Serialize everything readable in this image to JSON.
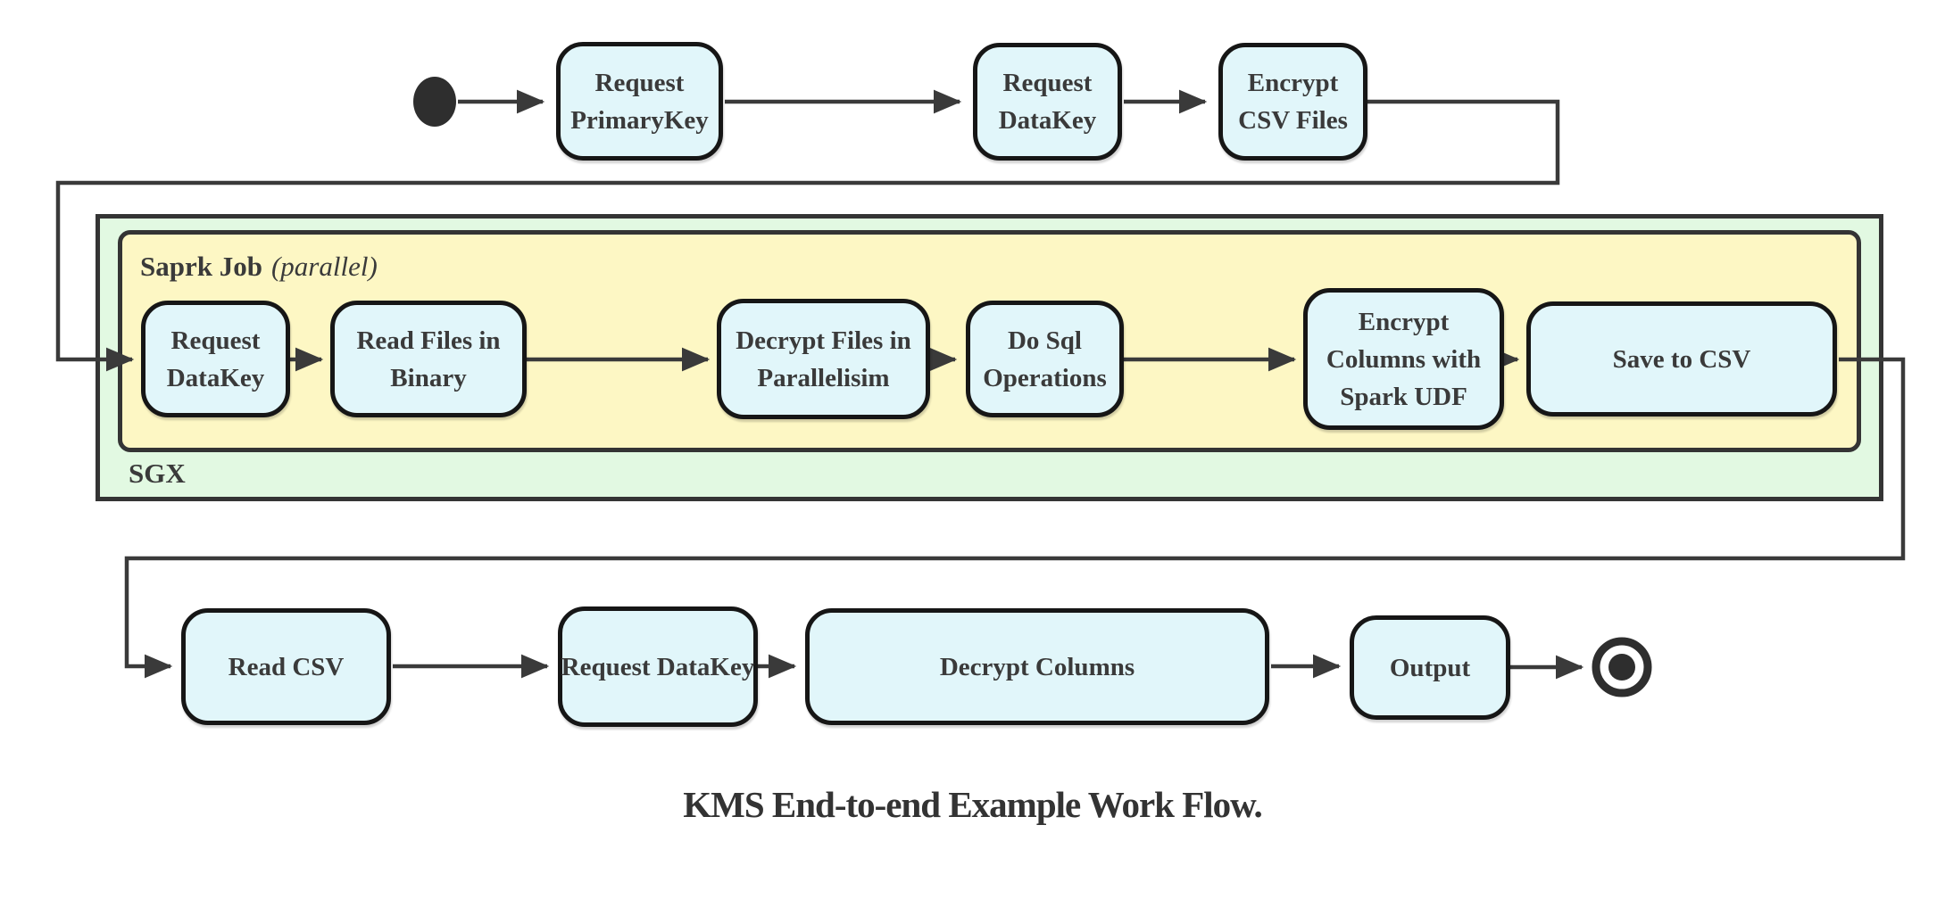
{
  "flow": {
    "caption": "KMS End-to-end Example Work Flow.",
    "start_node": "start",
    "end_node": "end",
    "top_row": [
      {
        "lines": [
          "Request",
          "PrimaryKey"
        ]
      },
      {
        "lines": [
          "Request",
          "DataKey"
        ]
      },
      {
        "lines": [
          "Encrypt",
          "CSV Files"
        ]
      }
    ],
    "sgx_group": {
      "label": "SGX"
    },
    "spark_group": {
      "label_title": "Saprk Job",
      "label_qualifier": "(parallel)"
    },
    "spark_row": [
      {
        "lines": [
          "Request",
          "DataKey"
        ]
      },
      {
        "lines": [
          "Read Files in",
          "Binary"
        ]
      },
      {
        "lines": [
          "Decrypt Files in",
          "Parallelisim"
        ]
      },
      {
        "lines": [
          "Do Sql",
          "Operations"
        ]
      },
      {
        "lines": [
          "Encrypt",
          "Columns with",
          "Spark UDF"
        ]
      },
      {
        "lines": [
          "Save to CSV"
        ]
      }
    ],
    "bottom_row": [
      {
        "lines": [
          "Read CSV"
        ]
      },
      {
        "lines": [
          "Request DataKey"
        ]
      },
      {
        "lines": [
          "Decrypt Columns"
        ]
      },
      {
        "lines": [
          "Output"
        ]
      }
    ],
    "colors": {
      "activity_fill": "#e1f6fa",
      "activity_border": "#161616",
      "sgx_fill": "#e2f9e2",
      "spark_fill": "#fdf7c4",
      "group_border": "#343434",
      "edge": "#3a3a3a",
      "text": "#3a3a3a"
    }
  }
}
